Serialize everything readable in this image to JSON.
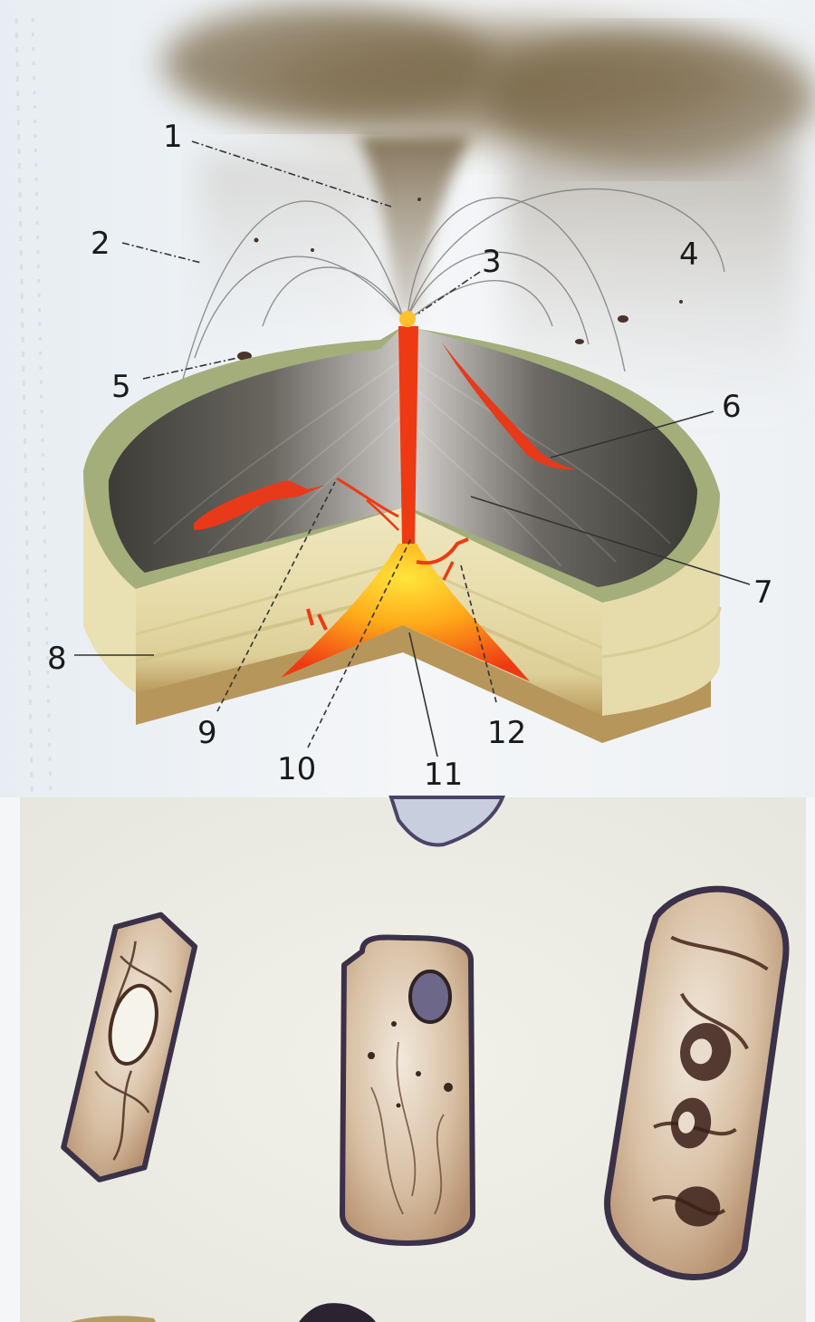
{
  "diagram": {
    "labels": [
      "1",
      "2",
      "3",
      "4",
      "5",
      "6",
      "7",
      "8",
      "9",
      "10",
      "11",
      "12"
    ]
  },
  "photo": {
    "crystals": [
      {
        "name": "crystal-left"
      },
      {
        "name": "crystal-middle"
      },
      {
        "name": "crystal-right"
      }
    ]
  }
}
